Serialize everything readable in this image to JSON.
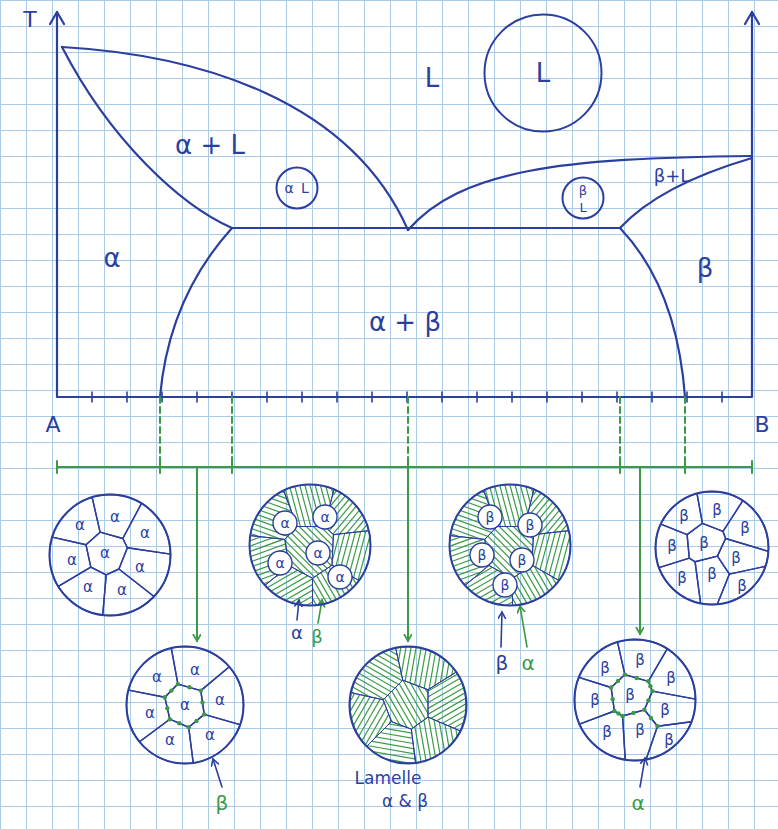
{
  "diagram": {
    "nodes": [
      {
        "text": [
          "L"
        ]
      },
      {
        "text": [
          "α",
          "L"
        ]
      },
      {
        "text": [
          "β",
          "L"
        ]
      },
      {
        "text": [
          "α",
          "α",
          "α",
          "α",
          "α",
          "α",
          "α",
          "α"
        ]
      },
      {
        "text": [
          "α",
          "α",
          "α",
          "α",
          "α"
        ]
      },
      {
        "text": [
          "β",
          "β",
          "β",
          "β",
          "β"
        ]
      },
      {
        "text": [
          "β",
          "β",
          "β",
          "β",
          "β",
          "β",
          "β",
          "β",
          "β"
        ]
      },
      {
        "text": [
          "α",
          "α",
          "α",
          "α",
          "α",
          "α",
          "α"
        ]
      },
      {
        "text": [
          "β",
          "β",
          "β",
          "β",
          "β",
          "β",
          "β",
          "β",
          "β"
        ]
      }
    ],
    "labels": [
      "T",
      "L",
      "α + L",
      "β+L",
      "α",
      "β",
      "α + β",
      "A",
      "B",
      "α",
      "β",
      "β",
      "α",
      "Lamelle",
      "α & β",
      "β",
      "α"
    ]
  }
}
